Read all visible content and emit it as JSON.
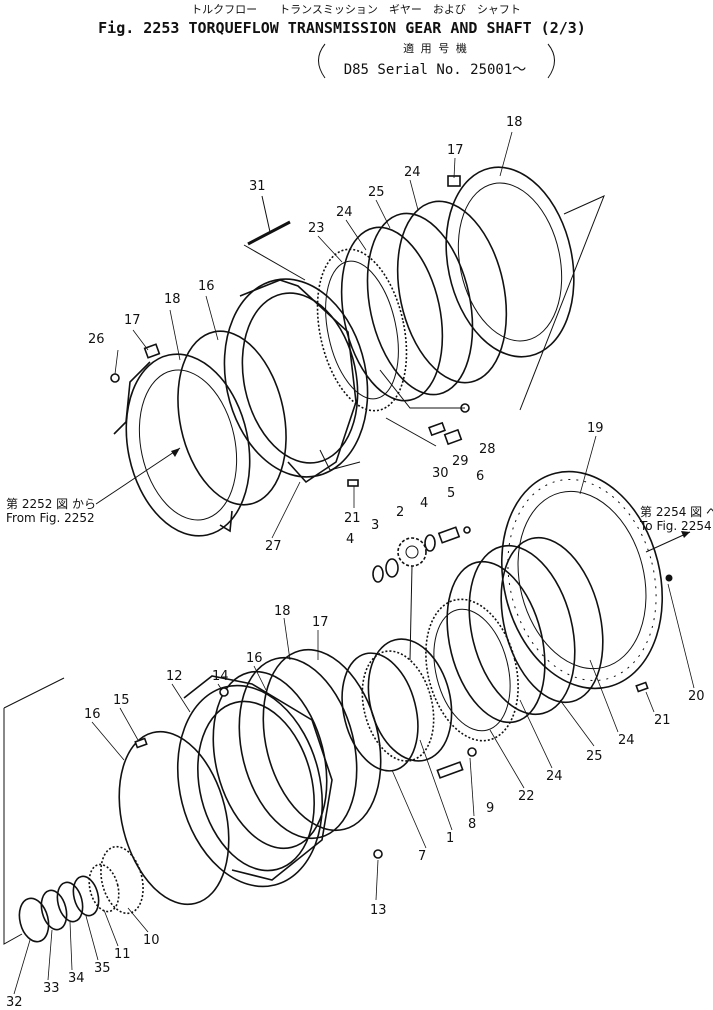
{
  "header": {
    "jp_title": "トルクフロー　　トランスミッション　ギヤー　および　シャフト",
    "title": "Fig. 2253 TORQUEFLOW TRANSMISSION GEAR AND SHAFT (2/3)",
    "applicable_jp": "適 用 号 機",
    "serial": "D85 Serial No. 25001～"
  },
  "refs": {
    "from_jp": "第 2252 図 から",
    "from_en": "From Fig. 2252",
    "to_jp": "第 2254 図 へ",
    "to_en": "To Fig. 2254"
  },
  "callouts": [
    "1",
    "2",
    "3",
    "4",
    "4",
    "5",
    "6",
    "7",
    "8",
    "9",
    "10",
    "11",
    "12",
    "13",
    "14",
    "15",
    "16",
    "16",
    "16",
    "17",
    "17",
    "17",
    "18",
    "18",
    "18",
    "19",
    "20",
    "21",
    "21",
    "22",
    "23",
    "24",
    "24",
    "24",
    "24",
    "25",
    "25",
    "26",
    "27",
    "28",
    "29",
    "30",
    "31",
    "32",
    "33",
    "34",
    "35"
  ]
}
